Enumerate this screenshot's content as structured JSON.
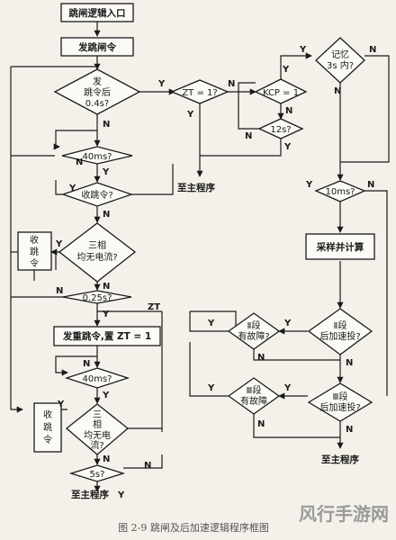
{
  "nodes": {
    "start": "跳闸逻辑入口",
    "send_trip": "发跳闸令",
    "d_trip_after_1": "发",
    "d_trip_after_2": "跳令后",
    "d_trip_after_3": "0.4s?",
    "d_zt": "ZT = 1?",
    "d_kcp": "KCP = 1",
    "d_12s": "12s?",
    "d_mem_1": "记忆",
    "d_mem_2": "3s 内?",
    "d_40ms_a": "40ms?",
    "d_recv_trip": "收跳令?",
    "recv_trip_box_1": "收",
    "recv_trip_box_2": "跳",
    "recv_trip_box_3": "令",
    "d_nocur_1": "三相",
    "d_nocur_2": "均无电流?",
    "d_025s": "0.25s?",
    "resend": "发重跳令,置 ZT = 1",
    "d_40ms_b": "40ms?",
    "recv_box2_1": "收",
    "recv_box2_2": "跳",
    "recv_box2_3": "令",
    "d_nocur2_1": "三",
    "d_nocur2_2": "相",
    "d_nocur2_3": "均无电",
    "d_nocur2_4": "流?",
    "d_5s": "5s?",
    "d_10ms": "10ms?",
    "sample": "采样并计算",
    "d_fault2_1": "Ⅱ段",
    "d_fault2_2": "有故障?",
    "d_accel2_1": "Ⅱ段",
    "d_accel2_2": "后加速投?",
    "d_fault3_1": "Ⅲ段",
    "d_fault3_2": "有故障",
    "d_accel3_1": "Ⅲ段",
    "d_accel3_2": "后加速投?"
  },
  "terminals": {
    "main_1": "至主程序",
    "main_2": "至主程序",
    "main_3": "至主程序"
  },
  "labels": {
    "yes": "Y",
    "no": "N",
    "zt": "ZT"
  },
  "caption": "图 2-9   跳闸及后加速逻辑程序框图",
  "watermark": "风行手游网"
}
